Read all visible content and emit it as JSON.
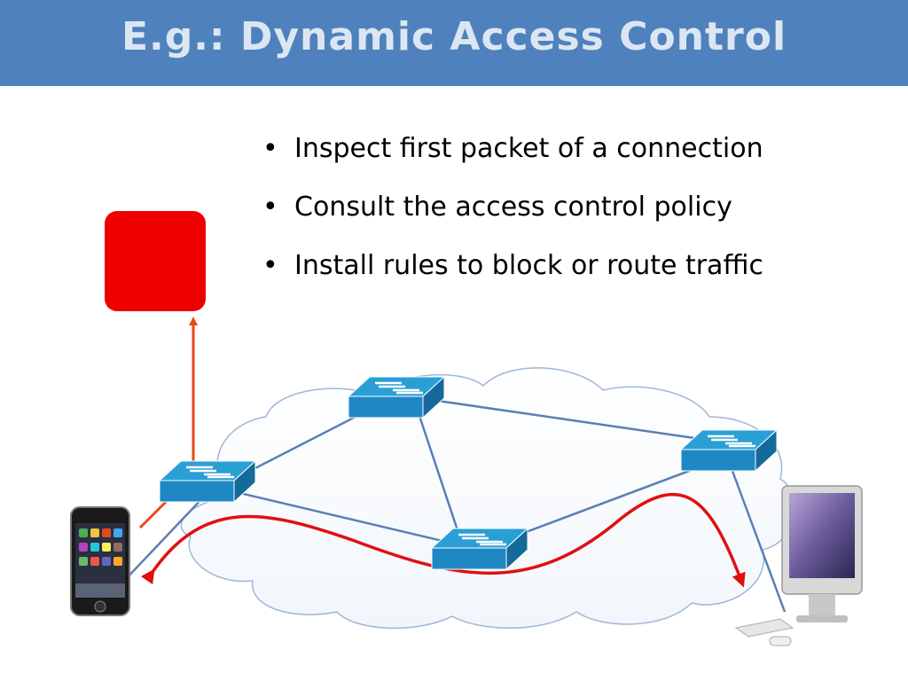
{
  "slide": {
    "title": "E.g.: Dynamic Access Control",
    "bullets": [
      "Inspect first packet of a connection",
      "Consult the access control policy",
      "Install rules to block or route traffic"
    ]
  },
  "colors": {
    "title_bar": "#4f81bd",
    "title_text": "#dce6f2",
    "controller": "#ee0000",
    "control_arrow": "#e8481c",
    "data_path": "#e01010",
    "link": "#5a7fb5",
    "switch_top": "#2a9fd6",
    "switch_side": "#1a6fa8"
  },
  "icons": [
    "controller-box",
    "switch-icon",
    "cloud-shape",
    "smartphone-icon",
    "desktop-computer-icon"
  ]
}
